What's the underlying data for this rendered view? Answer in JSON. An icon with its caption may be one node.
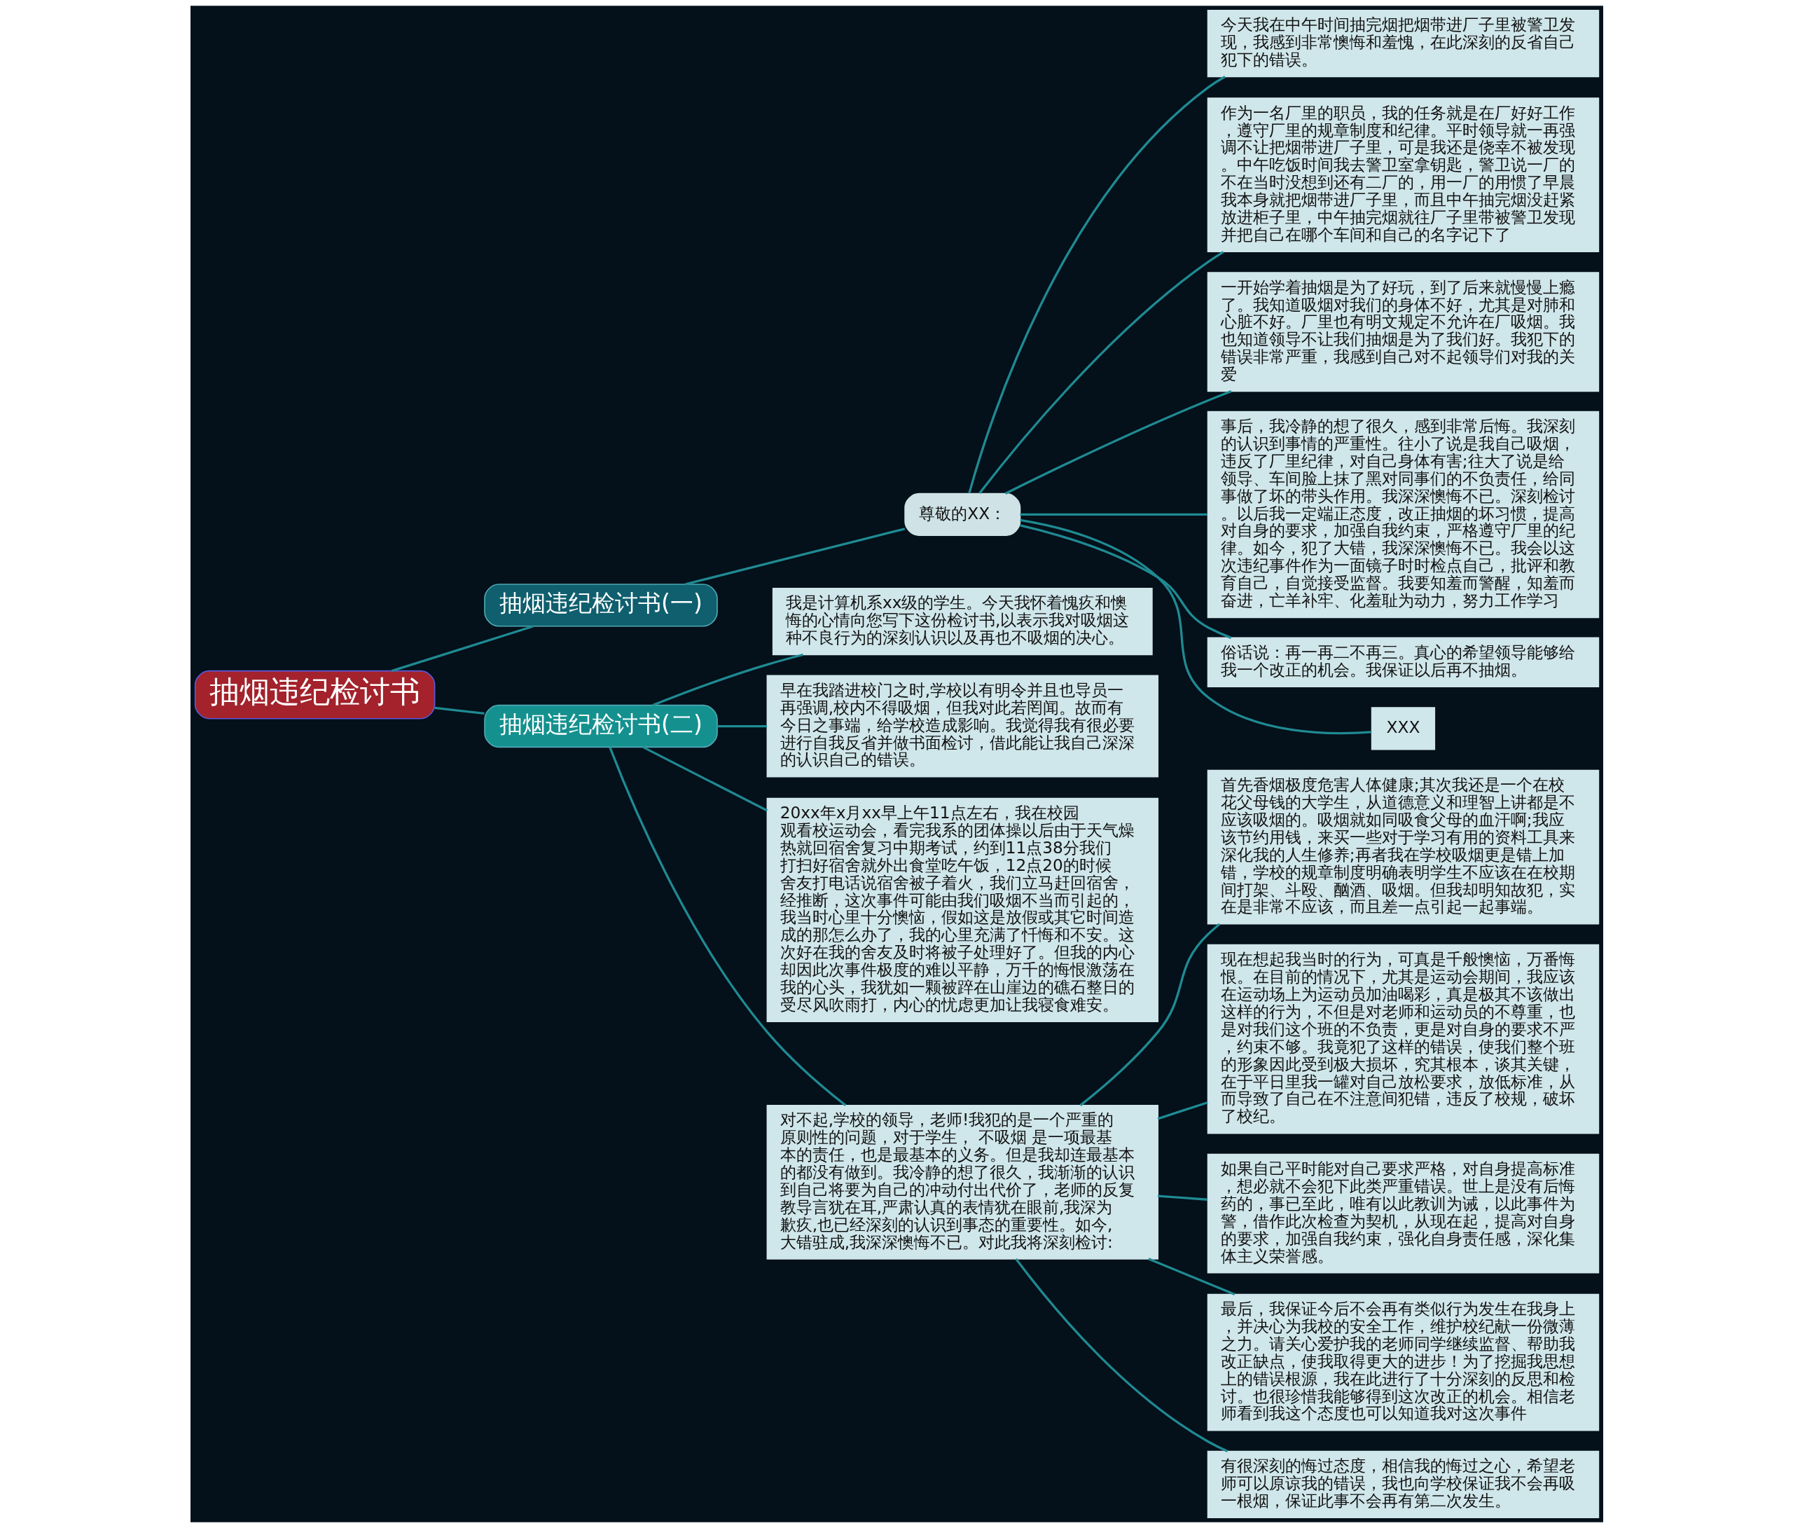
{
  "diagram": {
    "nodes": [
      {
        "text": [
          "抽烟违纪检讨书"
        ]
      },
      {
        "text": [
          "抽烟违纪检讨书(一)"
        ]
      },
      {
        "text": [
          "尊敬的XX："
        ]
      },
      {
        "text": [
          "今天我在中午时间抽完烟把烟带进厂子里被警卫发现，我感到非常懊悔和羞愧，在此深刻的反省自己犯下的错误。"
        ]
      },
      {
        "text": [
          "作为一名厂里的职员，我的任务就是在厂好好工作，遵守厂里的规章制度和纪律。平时领导就一再强调不让把烟带进厂子里，可是我还是侥幸不被发现。中午吃饭时间我去警卫室拿钥匙，警卫说一厂的不在当时没想到还有二厂的，用一厂的用惯了早晨我本身就把烟带进厂子里，而且中午抽完烟没赶紧放进柜子里，中午抽完烟就往厂子里带被警卫发现并把自己在哪个车间和自己的名字记下了"
        ]
      },
      {
        "text": [
          "一开始学着抽烟是为了好玩，到了后来就慢慢上瘾了。我知道吸烟对我们的身体不好，尤其是对肺和心脏不好。厂里也有明文规定不允许在厂吸烟。我也知道领导不让我们抽烟是为了我们好。我犯下的错误非常严重，我感到自己对不起领导们对我的关爱"
        ]
      },
      {
        "text": [
          "事后，我冷静的想了很久，感到非常后悔。我深刻的认识到事情的严重性。往小了说是我自己吸烟，违反了厂里纪律，对自己身体有害;往大了说是给领导、车间脸上抹了黑对同事们的不负责任，给同事做了坏的带头作用。我深深懊悔不已。深刻检讨。以后我一定端正态度，改正抽烟的坏习惯，提高对自身的要求，加强自我约束，严格遵守厂里的纪律。如今，犯了大错，我深深懊悔不已。我会以这次违纪事件作为一面镜子时时检点自己，批评和教育自己，自觉接受监督。我要知羞而警醒，知羞而奋进，亡羊补牢、化羞耻为动力，努力工作学习"
        ]
      },
      {
        "text": [
          "俗话说：再一再二不再三。真心的希望领导能够给我一个改正的机会。我保证以后再不抽烟。"
        ]
      },
      {
        "text": [
          "XXX"
        ]
      },
      {
        "text": [
          "抽烟违纪检讨书(二)"
        ]
      },
      {
        "text": [
          "我是计算机系xx级的学生。今天我怀着愧疚和懊悔的心情向您写下这份检讨书,以表示我对吸烟这种不良行为的深刻认识以及再也不吸烟的决心。"
        ]
      },
      {
        "text": [
          "早在我踏进校门之时,学校以有明令并且也导员一再强调,校内不得吸烟，但我对此若罔闻。故而有今日之事端，给学校造成影响。我觉得我有很必要进行自我反省并做书面检讨，借此能让我自己深深的认识自己的错误。"
        ]
      },
      {
        "text": [
          "20xx年x月xx早上午11点左右，我在校园观看校运动会，看完我系的团体操以后由于天气燥热就回宿舍复习中期考试，约到11点38分我们打扫好宿舍就外出食堂吃午饭，12点20的时候舍友打电话说宿舍被子着火，我们立马赶回宿舍，经推断，这次事件可能由我们吸烟不当而引起的，我当时心里十分懊恼，假如这是放假或其它时间造成的那怎么办了，我的心里充满了忏悔和不安。这次好在我的舍友及时将被子处理好了。但我的内心却因此次事件极度的难以平静，万千的悔恨激荡在我的心头，我犹如一颗被踤在山崖边的礁石整日的受尽风吹雨打，内心的忧虑更加让我寝食难安。"
        ]
      },
      {
        "text": [
          "对不起,学校的领导，老师!我犯的是一个严重的原则性的问题，对于学生， 不吸烟 是一项最基本的责任，也是最基本的义务。但是我却连最基本的都没有做到。我冷静的想了很久，我渐渐的认识到自己将要为自己的冲动付出代价了，老师的反复教导言犹在耳,严肃认真的表情犹在眼前,我深为歉疚,也已经深刻的认识到事态的重要性。如今,大错驻成,我深深懊悔不已。对此我将深刻检讨:"
        ]
      },
      {
        "text": [
          "首先香烟极度危害人体健康;其次我还是一个在校花父母钱的大学生，从道德意义和理智上讲都是不应该吸烟的。吸烟就如同吸食父母的血汗啊;我应该节约用钱，来买一些对于学习有用的资料工具来深化我的人生修养;再者我在学校吸烟更是错上加错，学校的规章制度明确表明学生不应该在在校期间打架、斗殴、酗酒、吸烟。但我却明知故犯，实在是非常不应该，而且差一点引起一起事端。"
        ]
      },
      {
        "text": [
          "现在想起我当时的行为，可真是千般懊恼，万番悔恨。在目前的情况下，尤其是运动会期间，我应该在运动场上为运动员加油喝彩，真是极其不该做出这样的行为，不但是对老师和运动员的不尊重，也是对我们这个班的不负责，更是对自身的要求不严，约束不够。我竟犯了这样的错误，使我们整个班的形象因此受到极大损坏，究其根本，谈其关键，在于平日里我一罐对自己放松要求，放低标准，从而导致了自己在不注意间犯错，违反了校规，破坏了校纪。"
        ]
      },
      {
        "text": [
          "如果自己平时能对自己要求严格，对自身提高标准，想必就不会犯下此类严重错误。世上是没有后悔药的，事已至此，唯有以此教训为诫，以此事件为警，借作此次检查为契机，从现在起，提高对自身的要求，加强自我约束，强化自身责任感，深化集体主义荣誉感。"
        ]
      },
      {
        "text": [
          "最后，我保证今后不会再有类似行为发生在我身上，并决心为我校的安全工作，维护校纪献一份微薄之力。请关心爱护我的老师同学继续监督、帮助我改正缺点，使我取得更大的进步！为了挖掘我思想上的错误根源，我在此进行了十分深刻的反思和检讨。也很珍惜我能够得到这次改正的机会。相信老师看到我这个态度也可以知道我对这次事件"
        ]
      },
      {
        "text": [
          "有很深刻的悔过态度，相信我的悔过之心，希望老师可以原谅我的错误，我也向学校保证我不会再吸一根烟，保证此事不会再有第二次发生。"
        ]
      }
    ],
    "edges": [
      {
        "from": 0,
        "to": 1,
        "arrow": "none"
      },
      {
        "from": 1,
        "to": 2,
        "arrow": "none"
      },
      {
        "from": 2,
        "to": 3,
        "arrow": "none"
      },
      {
        "from": 2,
        "to": 4,
        "arrow": "none"
      },
      {
        "from": 2,
        "to": 5,
        "arrow": "none"
      },
      {
        "from": 2,
        "to": 6,
        "arrow": "none"
      },
      {
        "from": 2,
        "to": 7,
        "arrow": "none"
      },
      {
        "from": 2,
        "to": 8,
        "arrow": "none"
      },
      {
        "from": 0,
        "to": 9,
        "arrow": "none"
      },
      {
        "from": 9,
        "to": 10,
        "arrow": "none"
      },
      {
        "from": 9,
        "to": 11,
        "arrow": "none"
      },
      {
        "from": 9,
        "to": 12,
        "arrow": "none"
      },
      {
        "from": 9,
        "to": 13,
        "arrow": "none"
      },
      {
        "from": 13,
        "to": 14,
        "arrow": "none"
      },
      {
        "from": 13,
        "to": 15,
        "arrow": "none"
      },
      {
        "from": 13,
        "to": 16,
        "arrow": "none"
      },
      {
        "from": 13,
        "to": 17,
        "arrow": "none"
      },
      {
        "from": 13,
        "to": 18,
        "arrow": "none"
      }
    ]
  }
}
